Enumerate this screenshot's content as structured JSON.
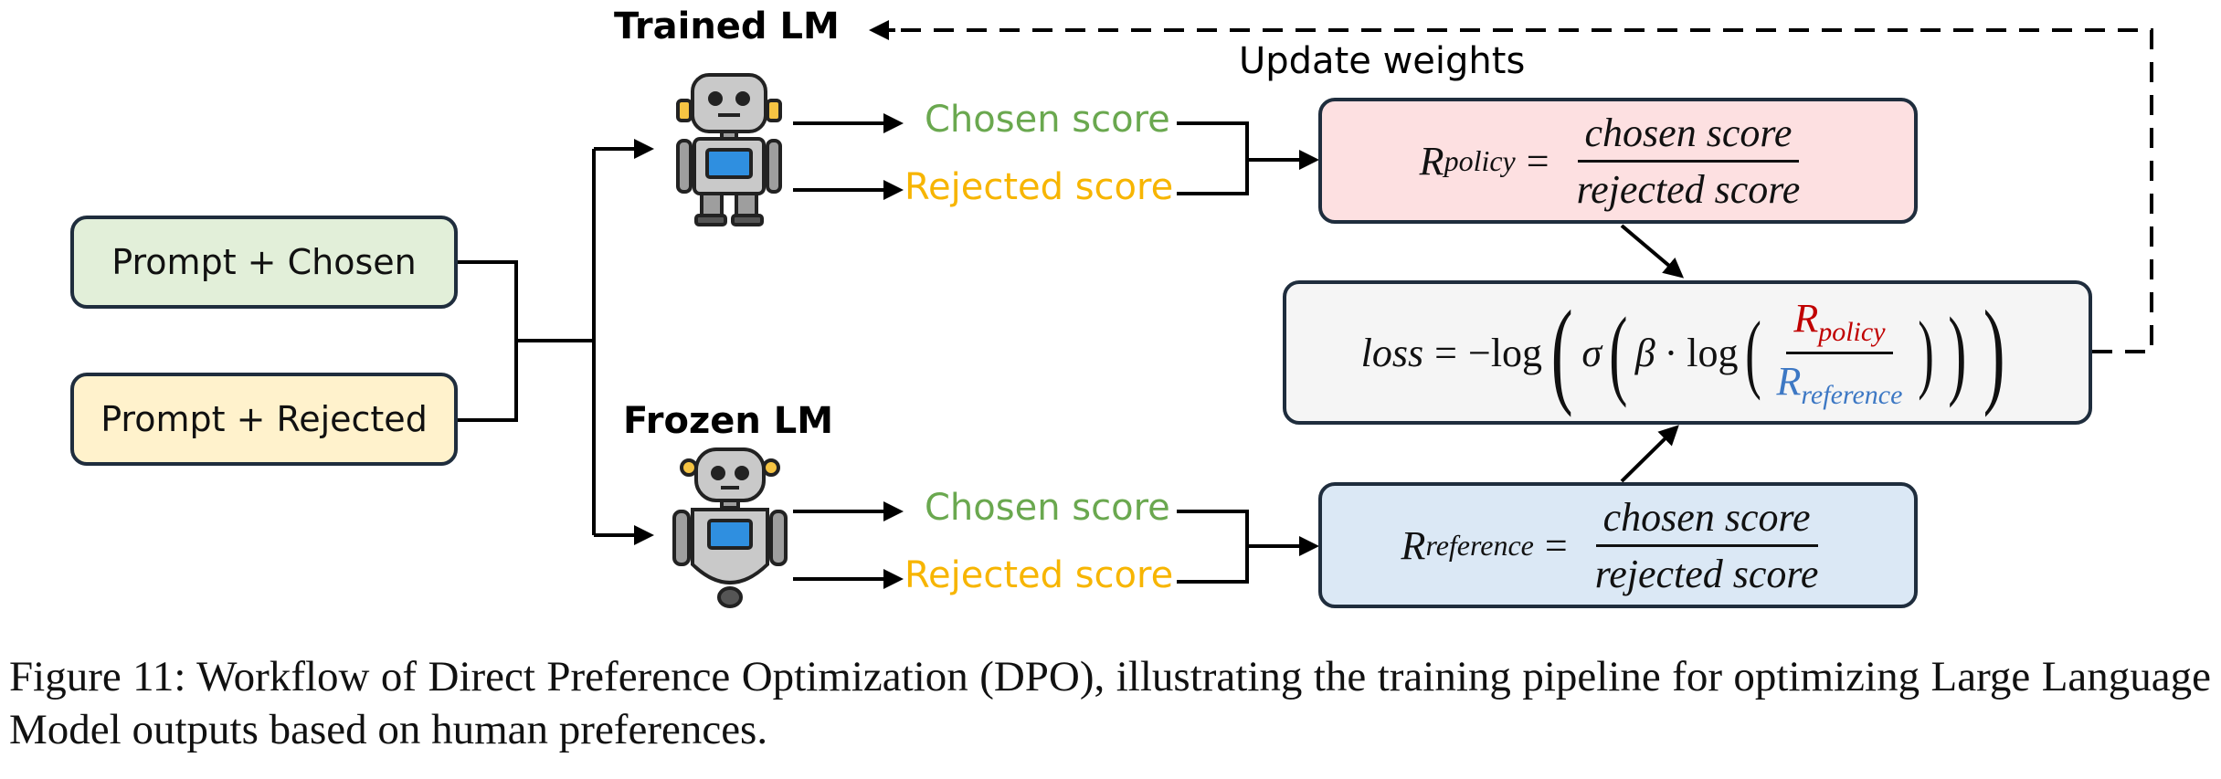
{
  "inputs": {
    "chosen": "Prompt + Chosen",
    "rejected": "Prompt + Rejected"
  },
  "trained_lm": {
    "title": "Trained LM",
    "chosen_score": "Chosen score",
    "rejected_score": "Rejected score"
  },
  "frozen_lm": {
    "title": "Frozen LM",
    "chosen_score": "Chosen score",
    "rejected_score": "Rejected score"
  },
  "update_label": "Update weights",
  "policy_box": {
    "symbol": "R",
    "subscript": "policy",
    "numerator": "chosen score",
    "denominator": "rejected score"
  },
  "reference_box": {
    "symbol": "R",
    "subscript": "reference",
    "numerator": "chosen score",
    "denominator": "rejected score"
  },
  "loss_box": {
    "lhs": "loss",
    "log_text": "log",
    "sigma": "σ",
    "beta": "β",
    "ratio_num_symbol": "R",
    "ratio_num_sub": "policy",
    "ratio_den_symbol": "R",
    "ratio_den_sub": "reference"
  },
  "caption": "Figure 11: Workflow of Direct Preference Optimization (DPO), illustrating the training pipeline for optimizing Large Language Model outputs based on human preferences.",
  "colors": {
    "chosen_green": "#6aa84f",
    "rejected_orange": "#f7b500",
    "policy_fill": "#fde0e1",
    "reference_fill": "#dbe8f5",
    "loss_fill": "#f5f5f5",
    "input_chosen_fill": "#e2efd9",
    "input_rejected_fill": "#fff2cc",
    "policy_red": "#c00000",
    "reference_blue": "#3d78c4"
  }
}
